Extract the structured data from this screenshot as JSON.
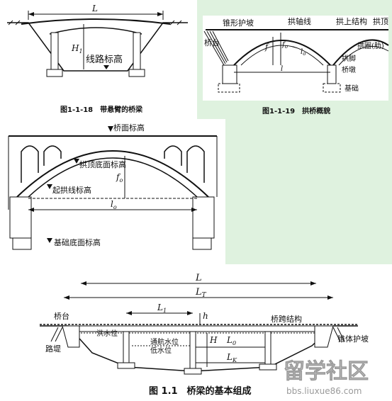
{
  "fig18": {
    "span": "L",
    "height": "H",
    "height_sub": "1",
    "elev_label": "线路标高",
    "caption": "图1-1-18　带悬臂的桥梁"
  },
  "fig19": {
    "cone_slope": "锥形护坡",
    "arch_axis": "拱轴线",
    "superstructure": "拱上结构",
    "crown": "拱顶",
    "abutment": "桥台",
    "arch_ring": "拱圈(肋)",
    "springing": "拱脚",
    "pier": "桥墩",
    "foundation": "基础",
    "f": "f",
    "f0": "f",
    "f0_sub": "o",
    "l0": "l",
    "l0_sub": "o",
    "l": "l",
    "caption": "图1-1-19　拱桥概貌"
  },
  "arch": {
    "deck_elev": "桥面标高",
    "crown_bottom_elev": "拱顶底面标高",
    "springing_elev": "起拱线标高",
    "foundation_bottom_elev": "基础底面标高",
    "f": "f",
    "f_sub": "o",
    "l": "l",
    "l_sub": "o"
  },
  "fig11": {
    "L": "L",
    "LT": "L",
    "LT_sub": "T",
    "L1": "L",
    "L1_sub": "1",
    "h": "h",
    "H": "H",
    "L0": "L",
    "L0_sub": "0",
    "LK": "L",
    "LK_sub": "K",
    "abutment": "桥台",
    "superstructure": "桥跨结构",
    "flood_level": "洪水位",
    "nav_level": "通航水位",
    "low_level": "低水位",
    "embankment": "路堤",
    "cone_slope": "锥体护坡",
    "caption": "图 1.1　桥梁的基本组成"
  },
  "watermark": {
    "logo": "留学社区",
    "url": "bbs.liuxue86.com"
  }
}
